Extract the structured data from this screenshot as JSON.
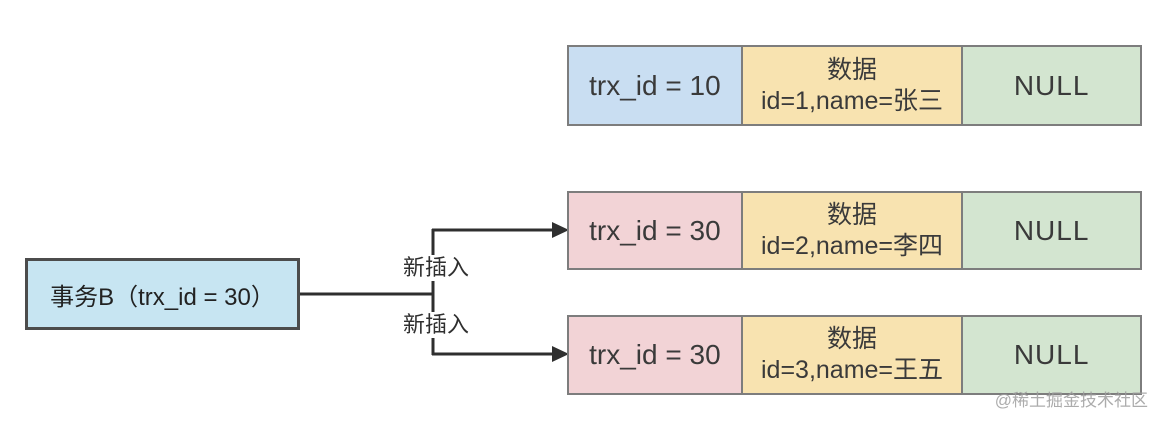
{
  "transaction_box": {
    "label": "事务B（trx_id = 30）"
  },
  "connectors": {
    "top_insert_label": "新插入",
    "bottom_insert_label": "新插入"
  },
  "records": [
    {
      "trx_id": "trx_id = 10",
      "data_header": "数据",
      "data_value": "id=1,name=张三",
      "roll_pointer": "NULL"
    },
    {
      "trx_id": "trx_id = 30",
      "data_header": "数据",
      "data_value": "id=2,name=李四",
      "roll_pointer": "NULL"
    },
    {
      "trx_id": "trx_id = 30",
      "data_header": "数据",
      "data_value": "id=3,name=王五",
      "roll_pointer": "NULL"
    }
  ],
  "colors": {
    "trx_cell_blue": "#c9def2",
    "trx_cell_pink": "#f2d3d6",
    "data_cell_yellow": "#f8e3b0",
    "null_cell_green": "#d3e5d0",
    "transaction_box_blue": "#c7e5f2",
    "cell_border_gray": "#7d7d7d",
    "box_border_dark": "#4c4c4c",
    "line_color": "#2f2f2f",
    "watermark_gray": "#9e9e9e"
  },
  "watermark": "@稀土掘金技术社区"
}
